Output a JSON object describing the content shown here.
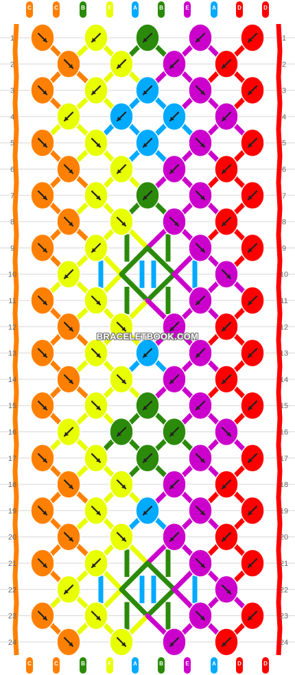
{
  "colors": {
    "C": "#ff8000",
    "B": "#2b8a0a",
    "F": "#e8ff00",
    "A": "#00aaff",
    "E": "#cc00cc",
    "D": "#ff0000"
  },
  "strands": {
    "top": [
      "C",
      "C",
      "B",
      "F",
      "A",
      "B",
      "E",
      "A",
      "D",
      "D"
    ],
    "bottom": [
      "C",
      "C",
      "B",
      "F",
      "A",
      "B",
      "E",
      "A",
      "D",
      "D"
    ]
  },
  "row_labels": [
    "1",
    "2",
    "3",
    "4",
    "5",
    "6",
    "7",
    "8",
    "9",
    "10",
    "11",
    "12",
    "13",
    "14",
    "15",
    "16",
    "17",
    "18",
    "19",
    "20",
    "21",
    "22",
    "23",
    "24"
  ],
  "watermark": "BRACELETBOOK.COM",
  "knots": {
    "odd": [
      [
        "C:se",
        "F:sw",
        "B:sw",
        "E:sw",
        "D:sw"
      ],
      [
        "C:se",
        "F:sw",
        "A:sw",
        "E:se",
        "D:sw"
      ],
      [
        "C:se",
        "F:se",
        "A:sw",
        "E:se",
        "D:sw"
      ],
      [
        "C:se",
        "F:se",
        "B:sw",
        "E:se",
        "D:sw"
      ],
      [
        "C:se",
        "F:sw",
        "",
        "E:se",
        "D:sw"
      ],
      [
        "C:se",
        "F:se",
        "",
        "E:sw",
        "D:sw"
      ],
      [
        "C:se",
        "F:se",
        "A:sw",
        "E:sw",
        "D:sw"
      ],
      [
        "C:se",
        "F:se",
        "B:sw",
        "E:sw",
        "D:sw"
      ],
      [
        "C:se",
        "F:se",
        "B:sw",
        "E:se",
        "D:sw"
      ],
      [
        "C:se",
        "F:se",
        "A:sw",
        "E:se",
        "D:sw"
      ],
      [
        "C:se",
        "F:sw",
        "",
        "E:se",
        "D:sw"
      ],
      [
        "C:se",
        "F:se",
        "",
        "E:se",
        "D:sw"
      ]
    ],
    "even": [
      [
        "C:se",
        "F:sw",
        "E:sw",
        "D:sw"
      ],
      [
        "F:sw",
        "A:sw",
        "A:sw",
        "E:sw"
      ],
      [
        "C:se",
        "F:sw",
        "E:sw",
        "D:sw"
      ],
      [
        "C:se",
        "F:se",
        "E:se",
        "D:sw"
      ],
      [
        "F:sw",
        "",
        "",
        "E:se"
      ],
      [
        "C:se",
        "F:se",
        "E:sw",
        "D:sw"
      ],
      [
        "C:se",
        "F:se",
        "E:sw",
        "D:sw"
      ],
      [
        "F:sw",
        "B:sw",
        "B:sw",
        "E:se"
      ],
      [
        "C:se",
        "F:se",
        "E:sw",
        "D:sw"
      ],
      [
        "C:se",
        "F:se",
        "E:sw",
        "D:sw"
      ],
      [
        "F:sw",
        "",
        "",
        "E:se"
      ],
      [
        "C:se",
        "F:se",
        "E:sw",
        "D:sw"
      ]
    ]
  }
}
